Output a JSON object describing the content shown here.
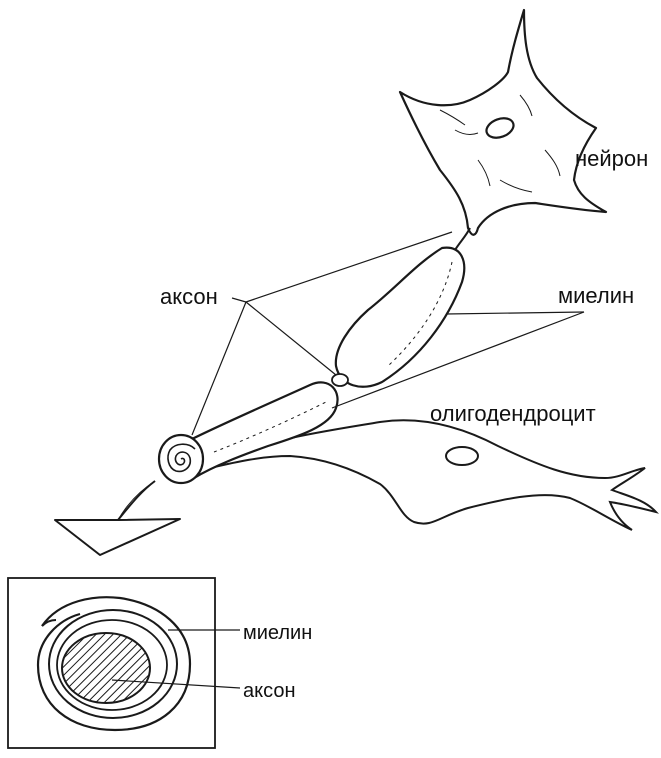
{
  "labels": {
    "neuron": "нейрон",
    "axon_main": "аксон",
    "myelin_main": "миелин",
    "oligodendrocyte": "олигодендроцит",
    "myelin_inset": "миелин",
    "axon_inset": "аксон"
  },
  "colors": {
    "line": "#1a1a1a",
    "background": "#ffffff"
  }
}
